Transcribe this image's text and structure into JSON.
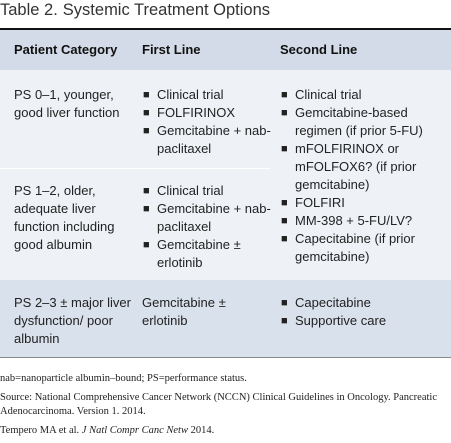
{
  "title": {
    "label": "Table 2.",
    "text": "Systemic Treatment Options"
  },
  "headers": {
    "category": "Patient Category",
    "first": "First Line",
    "second": "Second Line"
  },
  "rows": [
    {
      "category": "PS 0–1, younger, good liver function",
      "first": [
        "Clinical trial",
        "FOLFIRINOX",
        "Gemcitabine + nab-paclitaxel"
      ]
    },
    {
      "category": "PS 1–2, older, adequate liver function including good albumin",
      "first": [
        "Clinical trial",
        "Gemcitabine + nab-paclitaxel",
        "Gemcitabine ± erlotinib"
      ]
    },
    {
      "category": "PS 2–3 ± major liver dysfunction/ poor albumin",
      "first_text": "Gemcitabine ± erlotinib",
      "second": [
        "Capecitabine",
        "Supportive care"
      ]
    }
  ],
  "shared_second_line": [
    "Clinical trial",
    "Gemcitabine-based regimen (if prior 5-FU)",
    "mFOLFIRINOX or mFOLFOX6? (if prior gemcitabine)",
    "FOLFIRI",
    "MM-398 + 5-FU/LV?",
    "Capecitabine (if prior gemcitabine)"
  ],
  "notes": {
    "abbrev": "nab=nanoparticle albumin–bound; PS=performance status.",
    "source": "Source: National Comprehensive Cancer Network (NCCN) Clinical Guidelines in Oncology. Pancreatic Adenocarcinoma. Version 1. 2014.",
    "citation_prefix": "Tempero MA et al.",
    "citation_journal": "J Natl Compr Canc Netw",
    "citation_year": "2014."
  }
}
